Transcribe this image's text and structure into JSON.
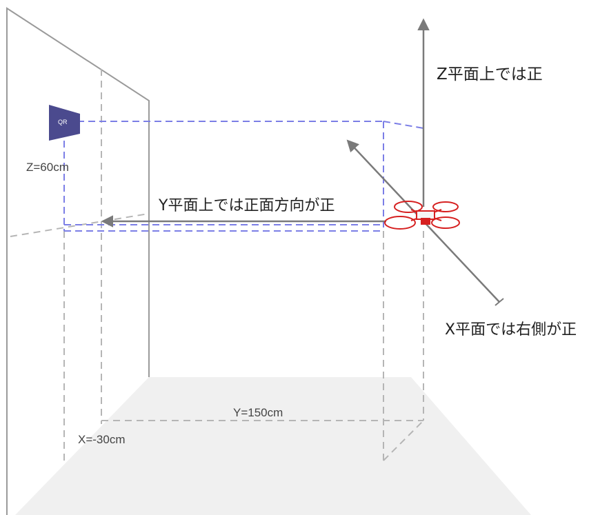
{
  "labels": {
    "z_axis": "Z平面上では正",
    "y_axis": "Y平面上では正面方向が正",
    "x_axis": "X平面では右側が正",
    "z_value": "Z=60cm",
    "y_value": "Y=150cm",
    "x_value": "X=-30cm",
    "qr": "QR"
  },
  "colors": {
    "floor": "#f0f0f0",
    "wall_line": "#9a9a9a",
    "dashed_grey": "#b5b5b5",
    "dashed_blue": "#7b7ee6",
    "arrow": "#7a7a7a",
    "qr_marker": "#4b4a8e",
    "drone": "#d62020"
  }
}
